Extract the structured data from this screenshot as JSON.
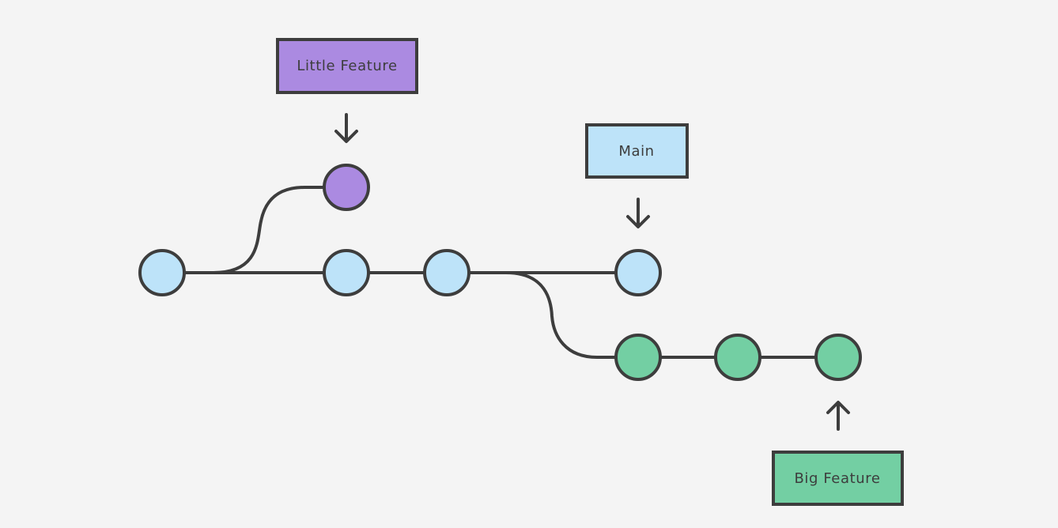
{
  "colors": {
    "main": "#bde3f9",
    "little_feature": "#ab8ae1",
    "big_feature": "#73cfa3",
    "stroke": "#3d3d3d",
    "background": "#f4f4f4"
  },
  "branches": {
    "main": {
      "label": "Main",
      "commit_count": 4
    },
    "little_feature": {
      "label": "Little Feature",
      "commit_count": 1
    },
    "big_feature": {
      "label": "Big Feature",
      "commit_count": 3
    }
  },
  "arrow_icons": [
    "arrow-down-icon",
    "arrow-down-icon",
    "arrow-up-icon"
  ]
}
